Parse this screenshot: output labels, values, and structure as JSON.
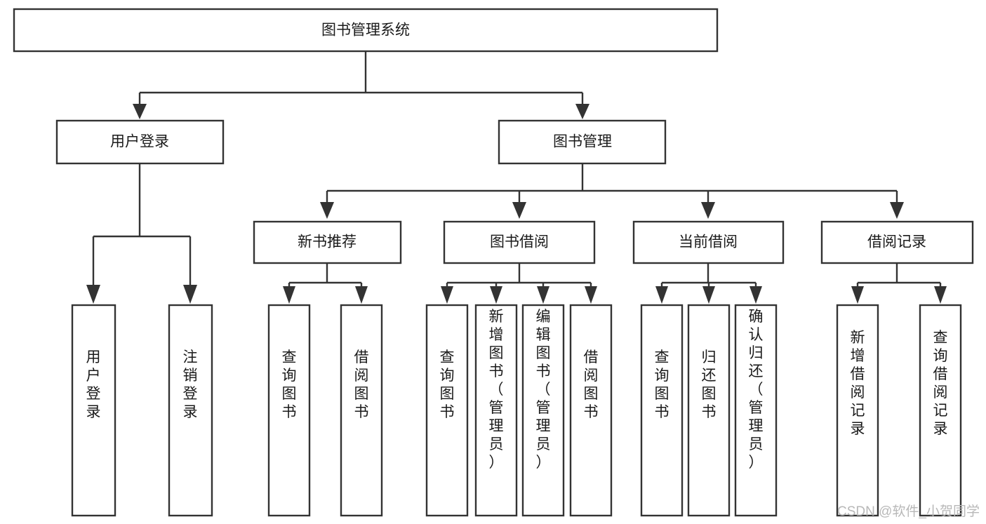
{
  "diagram": {
    "title": "图书管理系统",
    "type": "tree",
    "root": {
      "id": "root",
      "label": "图书管理系统",
      "orientation": "horizontal"
    },
    "level1": [
      {
        "id": "user-login",
        "label": "用户登录",
        "orientation": "horizontal"
      },
      {
        "id": "book-management",
        "label": "图书管理",
        "orientation": "horizontal"
      }
    ],
    "level2": [
      {
        "id": "new-book-recommend",
        "label": "新书推荐",
        "orientation": "horizontal",
        "parent": "book-management"
      },
      {
        "id": "book-borrow",
        "label": "图书借阅",
        "orientation": "horizontal",
        "parent": "book-management"
      },
      {
        "id": "current-borrow",
        "label": "当前借阅",
        "orientation": "horizontal",
        "parent": "book-management"
      },
      {
        "id": "borrow-record",
        "label": "借阅记录",
        "orientation": "horizontal",
        "parent": "book-management"
      }
    ],
    "leaves": [
      {
        "id": "leaf-user-login",
        "label": "用户登录",
        "orientation": "vertical",
        "parent": "user-login"
      },
      {
        "id": "leaf-logout",
        "label": "注销登录",
        "orientation": "vertical",
        "parent": "user-login"
      },
      {
        "id": "leaf-query-book-1",
        "label": "查询图书",
        "orientation": "vertical",
        "parent": "new-book-recommend"
      },
      {
        "id": "leaf-borrow-book-1",
        "label": "借阅图书",
        "orientation": "vertical",
        "parent": "new-book-recommend"
      },
      {
        "id": "leaf-query-book-2",
        "label": "查询图书",
        "orientation": "vertical",
        "parent": "book-borrow"
      },
      {
        "id": "leaf-add-book",
        "label": "新增图书（管理员）",
        "orientation": "vertical",
        "parent": "book-borrow"
      },
      {
        "id": "leaf-edit-book",
        "label": "编辑图书（管理员）",
        "orientation": "vertical",
        "parent": "book-borrow"
      },
      {
        "id": "leaf-borrow-book-2",
        "label": "借阅图书",
        "orientation": "vertical",
        "parent": "book-borrow"
      },
      {
        "id": "leaf-query-book-3",
        "label": "查询图书",
        "orientation": "vertical",
        "parent": "current-borrow"
      },
      {
        "id": "leaf-return-book",
        "label": "归还图书",
        "orientation": "vertical",
        "parent": "current-borrow"
      },
      {
        "id": "leaf-confirm-return",
        "label": "确认归还（管理员）",
        "orientation": "vertical",
        "parent": "current-borrow"
      },
      {
        "id": "leaf-add-record",
        "label": "新增借阅记录",
        "orientation": "vertical",
        "parent": "borrow-record"
      },
      {
        "id": "leaf-query-record",
        "label": "查询借阅记录",
        "orientation": "vertical",
        "parent": "borrow-record"
      }
    ]
  },
  "watermark": {
    "text": "CSDN @软件_小贺同学"
  },
  "colors": {
    "box_border": "#333333",
    "box_fill": "#ffffff",
    "text": "#1a1a1a",
    "connector": "#333333",
    "watermark": "#b8b8b8",
    "background": "#ffffff"
  }
}
